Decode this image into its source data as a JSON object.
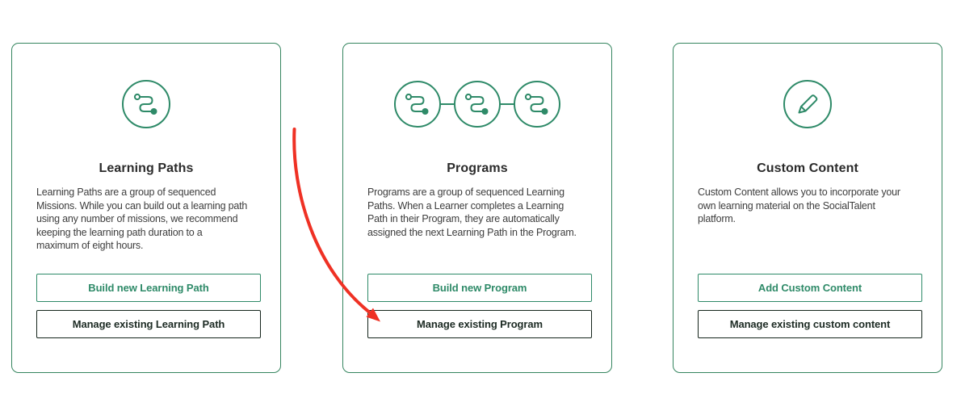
{
  "colors": {
    "background": "#ffffff",
    "green": "#2e8a68",
    "card_border": "#35855f",
    "title_text": "#2b2b2b",
    "body_text": "#3d3d3d",
    "dark_button_border": "#15251c",
    "dark_button_text": "#1d2b24",
    "arrow_red": "#ef3124"
  },
  "cards": [
    {
      "title": "Learning Paths",
      "icon": "learning-path-icon",
      "description_lines": [
        "Learning Paths are a group of sequenced",
        "Missions. While you can build out a learning path",
        "using any number of missions, we recommend",
        "keeping the learning path duration to a",
        "maximum of eight hours."
      ],
      "buttons": {
        "primary": "Build new Learning Path",
        "secondary": "Manage existing Learning Path"
      }
    },
    {
      "title": "Programs",
      "icon": "programs-sequence-icon",
      "description_lines": [
        "Programs are a group of sequenced Learning",
        "Paths. When a Learner completes a Learning",
        "Path in their Program, they are automatically",
        "assigned the next Learning Path in the Program."
      ],
      "buttons": {
        "primary": "Build new Program",
        "secondary": "Manage existing Program"
      }
    },
    {
      "title": "Custom Content",
      "icon": "pencil-icon",
      "description_lines": [
        "Custom Content allows you to incorporate your",
        "own learning material on the SocialTalent",
        "platform."
      ],
      "buttons": {
        "primary": "Add Custom Content",
        "secondary": "Manage existing custom content"
      }
    }
  ],
  "annotation_arrow": {
    "color": "#ef3124",
    "points_to": "Manage existing Program"
  }
}
